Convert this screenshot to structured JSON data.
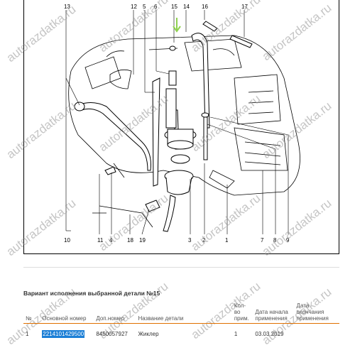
{
  "diagram": {
    "callouts_top": [
      "13",
      "12",
      "5",
      "6",
      "15",
      "14",
      "16",
      "17"
    ],
    "callouts_bottom": [
      "10",
      "11",
      "4",
      "18",
      "19",
      "3",
      "2",
      "1",
      "7",
      "8",
      "9"
    ]
  },
  "watermark": "autorazdatka.ru",
  "section": {
    "caption": "Вариант исполнения выбранной детали №15"
  },
  "table": {
    "headers": {
      "no": "№",
      "main_number": "Основной номер",
      "add_number": "Доп.номер",
      "name": "Название детали",
      "qty": "Кол-во прим.",
      "date_start": "Дата начала применения",
      "date_end": "Дата окончания применения"
    },
    "rows": [
      {
        "no": "1",
        "main_number": "2214101429500",
        "add_number": "8450057927",
        "name": "Жиклер",
        "qty": "1",
        "date_start": "03.03.2019",
        "date_end": ""
      }
    ]
  },
  "colors": {
    "accent_orange": "#e07000",
    "highlight_blue": "#1c7fd6",
    "marker_green": "#8fd14f"
  }
}
